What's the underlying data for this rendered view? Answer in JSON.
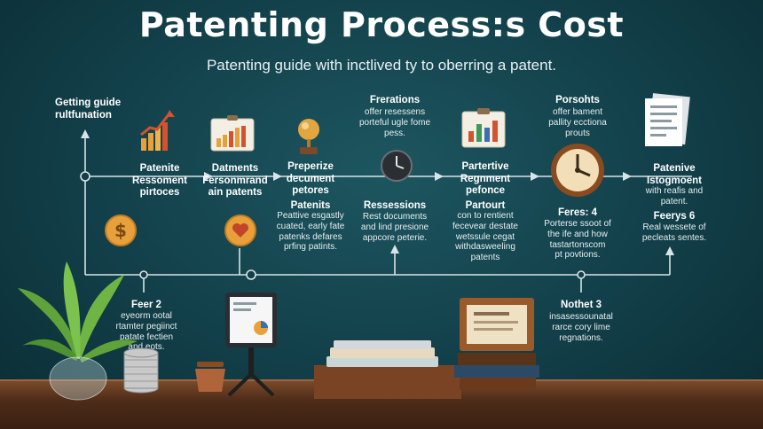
{
  "header": {
    "title": "Patenting Process:s Cost",
    "subtitle": "Patenting guide with inctlived ty to oberring a patent."
  },
  "labels": {
    "getting_guide": [
      "Getting guide",
      "rultfunation"
    ],
    "step1": [
      "Patenite",
      "Ressoment",
      "pirtoces"
    ],
    "step2": [
      "Datments",
      "Fersonmrand",
      "ain patents"
    ],
    "step3_title": [
      "Preperize",
      "decument",
      "petores"
    ],
    "step3_sub_title": "Patenits",
    "step3_desc": [
      "Peattive esgastly",
      "cuated, early fate",
      "patenks defares",
      "prfing patints."
    ],
    "frerations_title": "Frerations",
    "frerations_desc": [
      "offer resessens",
      "porteful ugle fome",
      "pess."
    ],
    "ressessions_title": "Ressessions",
    "ressessions_desc": [
      "Rest documents",
      "and lind presione",
      "appcore peterie."
    ],
    "step4": [
      "Partertive",
      "Regnment",
      "pefonce"
    ],
    "partourt_title": "Partourt",
    "partourt_desc": [
      "con to rentient",
      "fecevear destate",
      "wetssule cegat",
      "withdasweeling",
      "patents"
    ],
    "porsohts_title": "Porsohts",
    "porsohts_desc": [
      "offer bament",
      "pallity ecctiona",
      "prouts"
    ],
    "feer4_title": "Feres: 4",
    "feer4_desc": [
      "Porterse ssoot of",
      "the ife and how",
      "tastartonscom",
      "pt povtions."
    ],
    "step5": [
      "Patenive",
      "Istogmoent"
    ],
    "step5_desc": [
      "with reafis and",
      "patent."
    ],
    "feer6_title": "Feerys 6",
    "feer6_desc": [
      "Real wessete of",
      "pecleats sentes."
    ],
    "feer2_title": "Feer 2",
    "feer2_desc": [
      "eyeorm ootal",
      "rtamter pegiinct",
      "patate fectien",
      "and eots."
    ],
    "nothet3_title": "Nothet 3",
    "nothet3_desc": [
      "insasessounatal",
      "rarce cory lime",
      "regnations."
    ]
  },
  "icons": {
    "growth_chart": "growth-chart-icon",
    "clipboard_chart": "clipboard-chart-icon",
    "trophy": "trophy-icon",
    "clock": "clock-icon",
    "dollar_coin": "dollar-coin-icon",
    "heart_coin": "heart-coin-icon",
    "wall_clock": "wall-clock-icon",
    "document": "document-icon"
  },
  "colors": {
    "background": "#123f49",
    "accent_orange": "#e8a13a",
    "line": "#d9e4e6"
  }
}
